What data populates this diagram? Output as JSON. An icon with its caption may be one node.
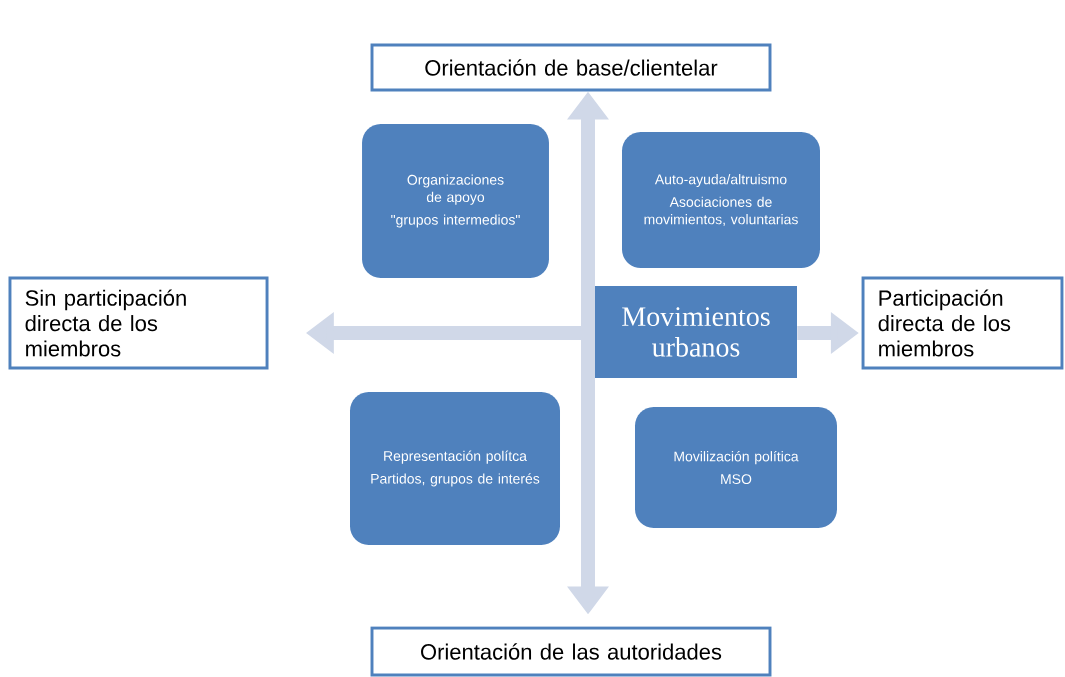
{
  "diagram": {
    "nodes": [
      {
        "text": [
          "Orientación de base/clientelar"
        ]
      },
      {
        "text": [
          "Organizaciones de apoyo",
          "\"grupos intermedios\""
        ]
      },
      {
        "text": [
          "Auto-ayuda/altruismo",
          "Asociaciones de movimientos, voluntarias"
        ]
      },
      {
        "text": [
          "Sin participación directa de los miembros"
        ]
      },
      {
        "text": [
          "Movimientos urbanos"
        ]
      },
      {
        "text": [
          "Participación directa de los miembros"
        ]
      },
      {
        "text": [
          "Representación polítca",
          "Partidos, grupos de interés"
        ]
      },
      {
        "text": [
          "Movilización política",
          "MSO"
        ]
      },
      {
        "text": [
          "Orientación de las autoridades"
        ]
      }
    ],
    "edges": [
      {
        "from": 0,
        "to": 8,
        "arrow": "both"
      },
      {
        "from": 4,
        "to": 3,
        "arrow": "to"
      },
      {
        "from": 4,
        "to": 5,
        "arrow": "to"
      }
    ]
  }
}
